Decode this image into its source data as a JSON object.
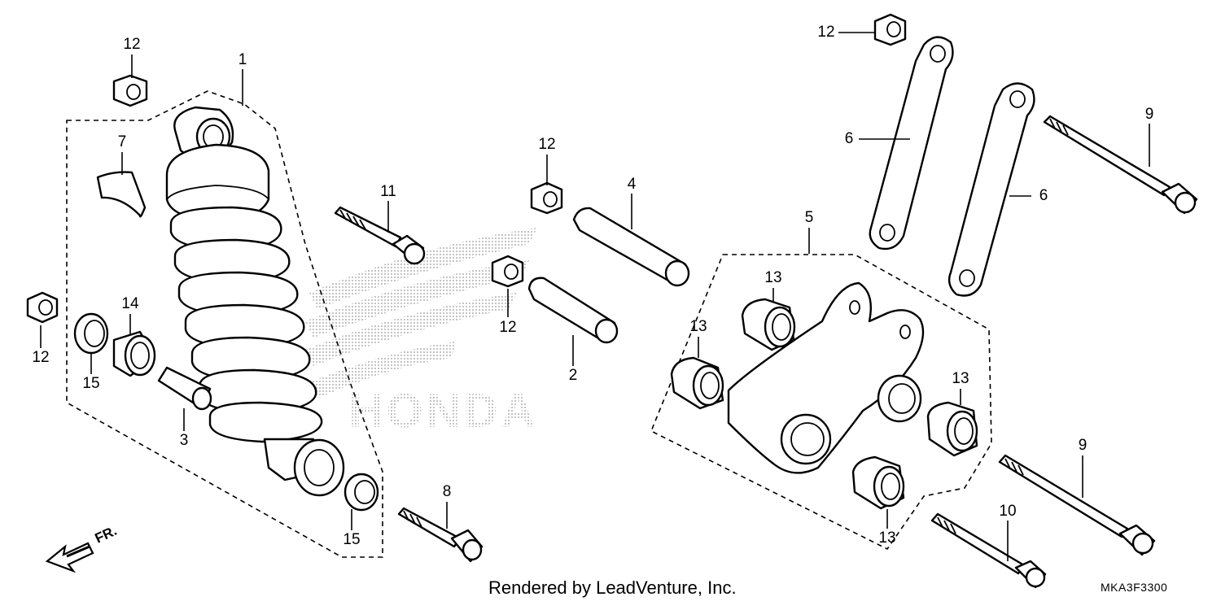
{
  "callouts": {
    "c1": "1",
    "c2": "2",
    "c3": "3",
    "c4": "4",
    "c5": "5",
    "c6a": "6",
    "c6b": "6",
    "c7": "7",
    "c8": "8",
    "c9a": "9",
    "c9b": "9",
    "c10": "10",
    "c11": "11",
    "c12a": "12",
    "c12b": "12",
    "c12c": "12",
    "c12d": "12",
    "c12e": "12",
    "c13a": "13",
    "c13b": "13",
    "c13c": "13",
    "c13d": "13",
    "c14": "14",
    "c15a": "15",
    "c15b": "15"
  },
  "watermark": "HONDA",
  "front_arrow": "FR.",
  "footer": {
    "credit": "Rendered by LeadVenture, Inc.",
    "diagram_code": "MKA3F3300"
  },
  "colors": {
    "line": "#000000",
    "background": "#ffffff",
    "watermark_dots": "#9a9a9a"
  }
}
